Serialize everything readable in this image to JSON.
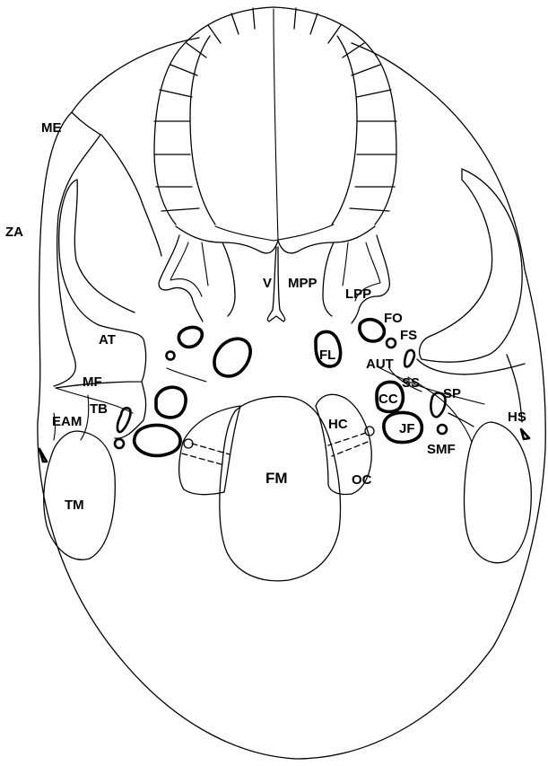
{
  "labels": {
    "ME": "ME",
    "ZA": "ZA",
    "AT": "AT",
    "MF": "MF",
    "TB": "TB",
    "EAM": "EAM",
    "TM": "TM",
    "V": "V",
    "MPP": "MPP",
    "LPP": "LPP",
    "FO": "FO",
    "FS": "FS",
    "AUT": "AUT",
    "FL": "FL",
    "SS": "SS",
    "SP": "SP",
    "CC": "CC",
    "JF": "JF",
    "SMF": "SMF",
    "HS": "HS",
    "HC": "HC",
    "FM": "FM",
    "OC": "OC"
  }
}
